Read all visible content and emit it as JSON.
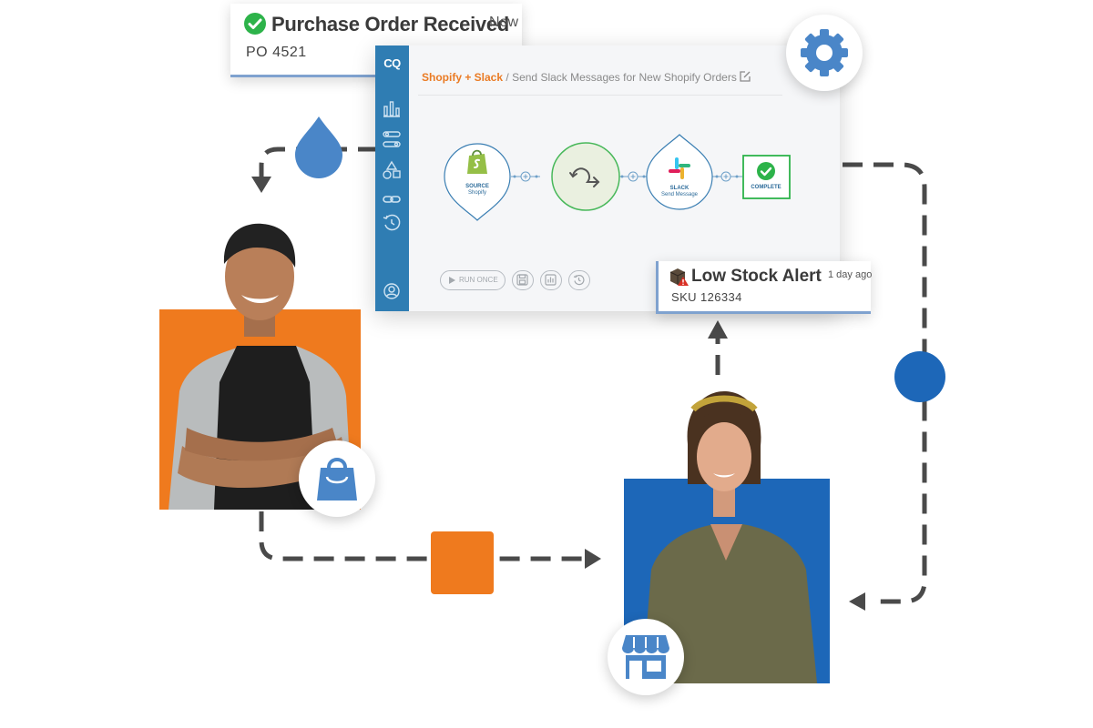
{
  "notifications": {
    "purchase_order": {
      "title": "Purchase Order Received",
      "time": "Now",
      "number": "PO 4521",
      "icon": "check-circle-icon",
      "icon_color": "#2db34a"
    },
    "low_stock": {
      "title": "Low Stock Alert",
      "time": "1 day ago",
      "sku": "SKU 126334",
      "icon": "box-warning-icon",
      "warning_color": "#d93025"
    }
  },
  "app": {
    "logo": "CQ",
    "breadcrumb": {
      "app_name": "Shopify + Slack",
      "separator": "/",
      "workflow_name": "Send Slack Messages for New Shopify Orders"
    },
    "sidebar": {
      "items": [
        {
          "icon": "bar-chart-icon"
        },
        {
          "icon": "flow-sliders-icon"
        },
        {
          "icon": "shapes-icon"
        },
        {
          "icon": "link-icon"
        },
        {
          "icon": "history-icon"
        },
        {
          "icon": "user-icon"
        }
      ]
    },
    "workflow": {
      "source": {
        "label": "SOURCE",
        "sublabel": "Shopify",
        "icon": "shopify-icon"
      },
      "loop": {
        "icon": "loop-arrow-icon"
      },
      "action": {
        "label": "SLACK",
        "sublabel": "Send Message",
        "icon": "slack-icon"
      },
      "complete": {
        "label": "COMPLETE",
        "icon": "check-circle-icon"
      }
    },
    "toolbar": {
      "run_once_label": "RUN ONCE",
      "buttons": [
        "save-icon",
        "stats-icon",
        "history-icon"
      ]
    }
  },
  "badges": {
    "settings": {
      "icon": "gear-icon"
    },
    "shopping": {
      "icon": "shopping-bag-icon"
    },
    "store": {
      "icon": "storefront-icon"
    }
  },
  "colors": {
    "brand_blue": "#4a86c8",
    "dark_blue": "#1d67b8",
    "orange": "#ef7a1e",
    "sidebar_blue": "#2f7db3",
    "line_gray": "#4a4a4a",
    "node_green": "#2db34a"
  }
}
